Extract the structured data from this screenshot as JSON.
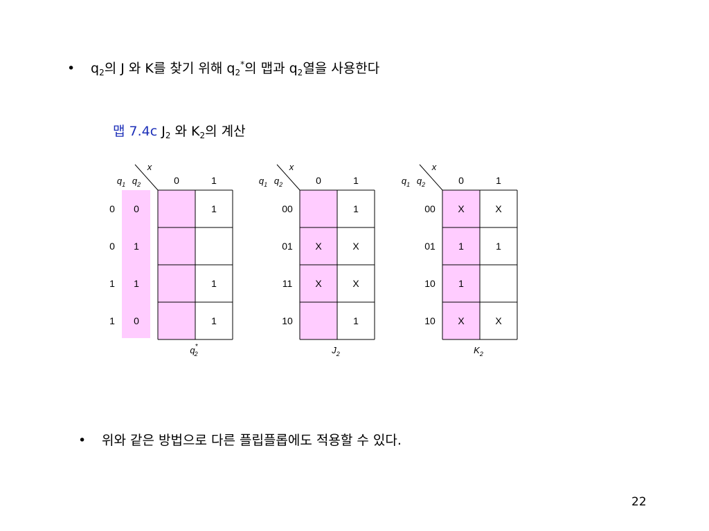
{
  "line1": {
    "bullet": "•",
    "q": "q",
    "sub2": "2",
    "t1": "의 J 와 K를 찾기 위해 ",
    "star": "*",
    "t2": "의 맵과 ",
    "t3": "열을 사용한다"
  },
  "caption": {
    "label": "맵 7.4c",
    "j": "J",
    "sub": "2",
    "mid": " 와 K",
    "end": "의 계산"
  },
  "maps": [
    {
      "id": "q2star",
      "corner_x": "x",
      "corner_q1": "q",
      "corner_q1_sub": "1",
      "corner_q2": "q",
      "corner_q2_sub": "2",
      "cols": [
        "0",
        "1"
      ],
      "row_labels_split": [
        [
          "0",
          "0"
        ],
        [
          "0",
          "1"
        ],
        [
          "1",
          "1"
        ],
        [
          "1",
          "0"
        ]
      ],
      "cells": [
        [
          "",
          "1"
        ],
        [
          "",
          ""
        ],
        [
          "",
          "1"
        ],
        [
          "",
          "1"
        ]
      ],
      "bottom_main": "q",
      "bottom_sub": "2",
      "bottom_sup": "*"
    },
    {
      "id": "J2",
      "corner_x": "x",
      "corner_q1": "q",
      "corner_q1_sub": "1",
      "corner_q2": "q",
      "corner_q2_sub": "2",
      "cols": [
        "0",
        "1"
      ],
      "row_labels": [
        "00",
        "01",
        "11",
        "10"
      ],
      "cells": [
        [
          "",
          "1"
        ],
        [
          "X",
          "X"
        ],
        [
          "X",
          "X"
        ],
        [
          "",
          "1"
        ]
      ],
      "bottom_main": "J",
      "bottom_sub": "2"
    },
    {
      "id": "K2",
      "corner_x": "x",
      "corner_q1": "q",
      "corner_q1_sub": "1",
      "corner_q2": "q",
      "corner_q2_sub": "2",
      "cols": [
        "0",
        "1"
      ],
      "row_labels": [
        "00",
        "01",
        "10",
        "10"
      ],
      "cells": [
        [
          "X",
          "X"
        ],
        [
          "1",
          "1"
        ],
        [
          "1",
          ""
        ],
        [
          "X",
          "X"
        ]
      ],
      "bottom_main": "K",
      "bottom_sub": "2"
    }
  ],
  "line2": {
    "bullet": "•",
    "text": "위와 같은 방법으로 다른 플립플롭에도 적용할 수 있다."
  },
  "page_number": "22",
  "colors": {
    "highlight": "#ffccff",
    "caption_blue": "#1c2fb8",
    "line": "#000000"
  }
}
